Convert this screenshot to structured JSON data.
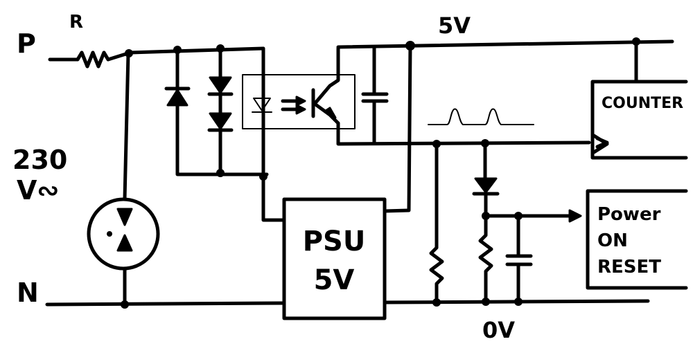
{
  "labels": {
    "p": "P",
    "r": "R",
    "n": "N",
    "mains_v": "230",
    "mains_ac": "V∾",
    "rail_5v": "5V",
    "rail_0v": "0V",
    "psu_line1": "PSU",
    "psu_line2": "5V",
    "counter": "COUNTER",
    "por_line1": "Power",
    "por_line2": "ON",
    "por_line3": "RESET"
  }
}
